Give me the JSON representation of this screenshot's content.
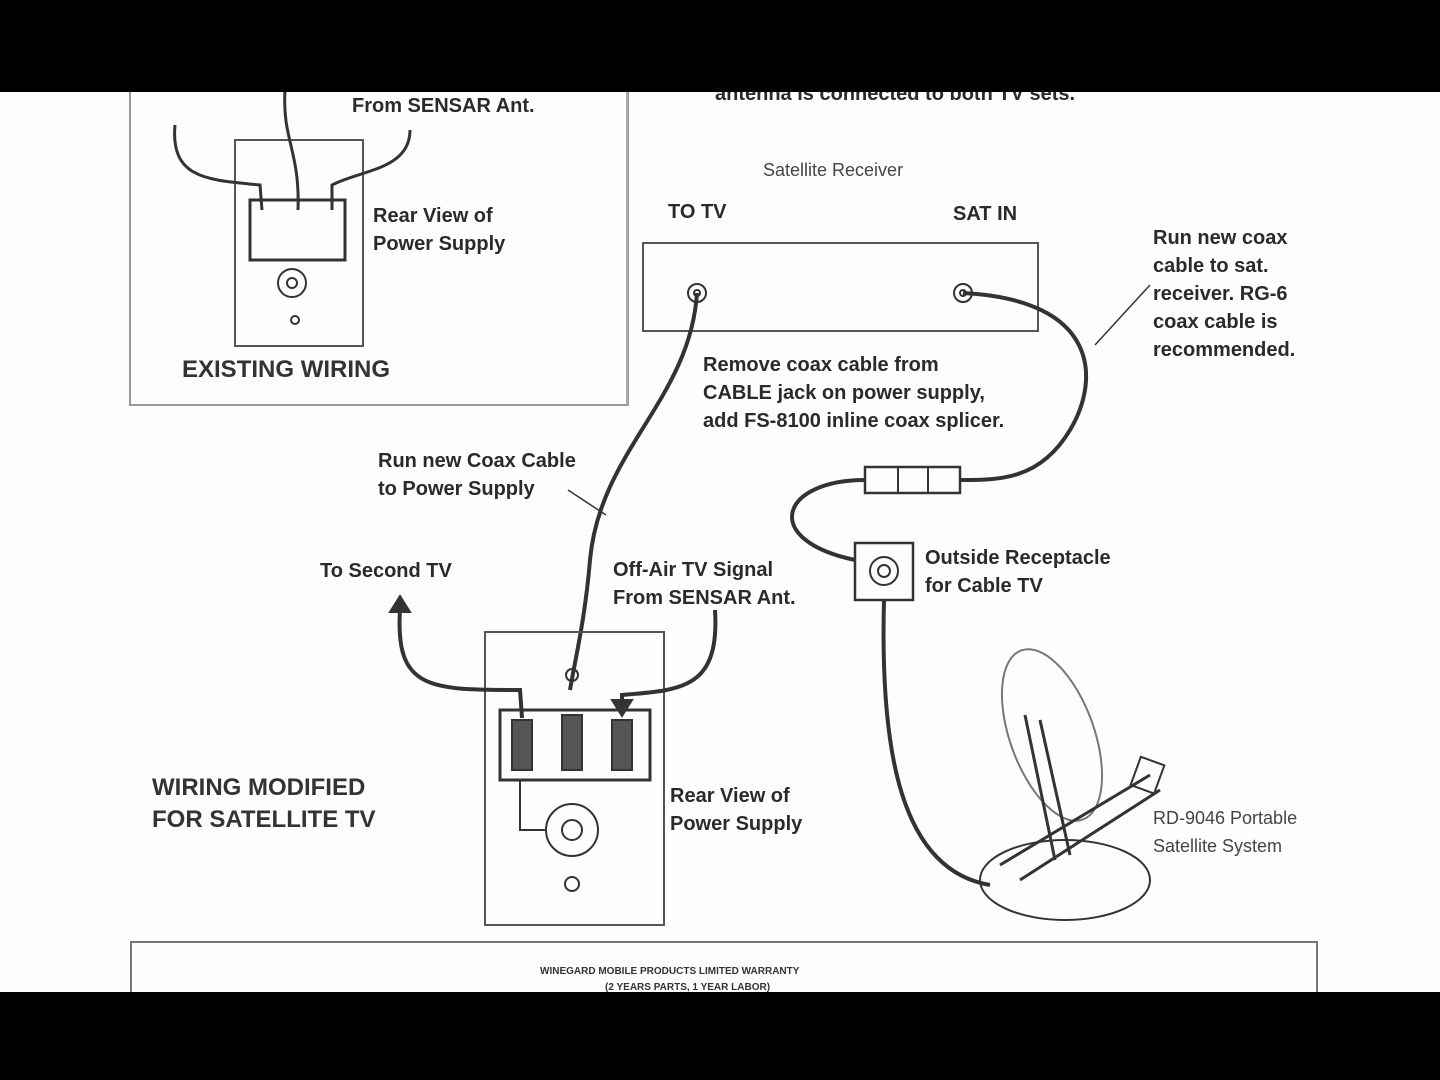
{
  "existing": {
    "to_second_tv": "To Second TV",
    "from_sensar": "From SENSAR Ant.",
    "rear_view": "Rear View of Power Supply",
    "title": "EXISTING WIRING"
  },
  "top_note": "antenna is connected to both TV sets.",
  "receiver": {
    "title": "Satellite Receiver",
    "to_tv": "TO TV",
    "sat_in": "SAT IN"
  },
  "notes": {
    "run_new_coax_receiver": [
      "Run new coax",
      "cable to sat.",
      "receiver.  RG-6",
      "coax cable is",
      "recommended."
    ],
    "remove_coax": [
      "Remove coax cable from",
      "CABLE jack on power supply,",
      "add FS-8100 inline coax splicer."
    ],
    "run_new_coax_power": [
      "Run new Coax Cable",
      "to Power Supply"
    ],
    "to_second_tv": "To Second TV",
    "off_air": [
      "Off-Air TV Signal",
      "From SENSAR Ant."
    ],
    "outside_receptacle": [
      "Outside Receptacle",
      "for Cable TV"
    ],
    "rear_view": [
      "Rear View of",
      "Power Supply"
    ],
    "modified_title": [
      "WIRING MODIFIED",
      "FOR SATELLITE TV"
    ],
    "portable_system": [
      "RD-9046 Portable",
      "Satellite System"
    ]
  },
  "warranty": {
    "title": "WINEGARD MOBILE PRODUCTS LIMITED WARRANTY",
    "subtitle": "(2 YEARS PARTS, 1 YEAR LABOR)"
  }
}
